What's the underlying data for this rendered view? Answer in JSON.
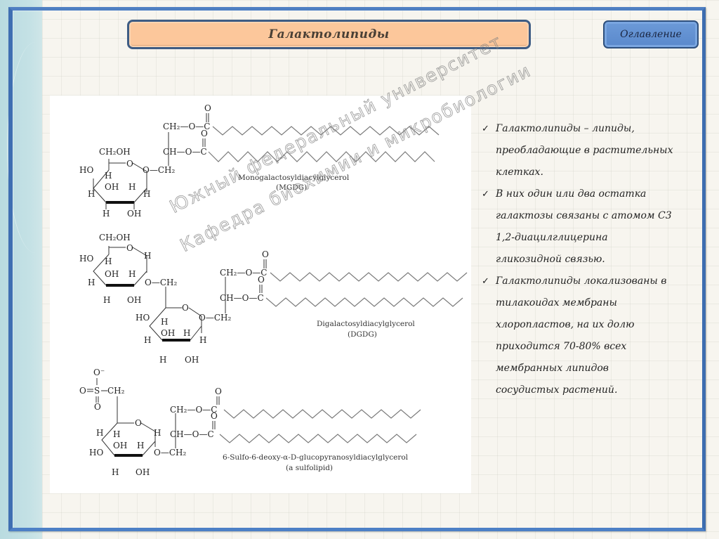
{
  "slide": {
    "title": "Галактолипиды",
    "toc_button": "Оглавление"
  },
  "diagram": {
    "mgdg": {
      "name": "Monogalactosyldiacylglycerol",
      "abbr": "(MGDG)"
    },
    "dgdg": {
      "name": "Digalactosyldiacylglycerol",
      "abbr": "(DGDG)"
    },
    "sulfolipid": {
      "name": "6-Sulfo-6-deoxy-α-D-glucopyranosyldiacylglycerol",
      "abbr": "(a sulfolipid)"
    },
    "labels": {
      "ch2oh": "CH₂OH",
      "ch2": "CH₂",
      "ch": "CH",
      "o": "O",
      "c": "C",
      "ho": "HO",
      "oh": "OH",
      "h": "H",
      "s": "S",
      "o_minus": "O⁻",
      "ch2_o_c": "CH₂—O—C",
      "ch_o_c": "CH—O—C",
      "o_ch2": "O—CH₂"
    }
  },
  "watermark": {
    "line1": "Южный федеральный университет",
    "line2": "Кафедра биохимии и микробиологии"
  },
  "bullets": [
    {
      "icon": "checkmark",
      "lines": [
        "Галактолипиды – липиды,",
        "преобладающие в растительных",
        "клетках."
      ]
    },
    {
      "icon": "checkmark",
      "lines": [
        "В них один или два остатка",
        "галактозы связаны с атомом С3",
        "1,2-диацилглицерина",
        "гликозидной связью."
      ]
    },
    {
      "icon": "checkmark",
      "lines": [
        "Галактолипиды локализованы в",
        "тилакоидах мембраны",
        "хлоропластов, на их долю",
        "приходится 70-80% всех",
        "мембранных липидов",
        "сосудистых растений."
      ]
    }
  ],
  "colors": {
    "title_bg": "#fcc79b",
    "title_border": "#3e5c84",
    "button_bg": "#6c9ad8",
    "frame": "#3f6fb2",
    "left_band": "#c4e1e5"
  }
}
